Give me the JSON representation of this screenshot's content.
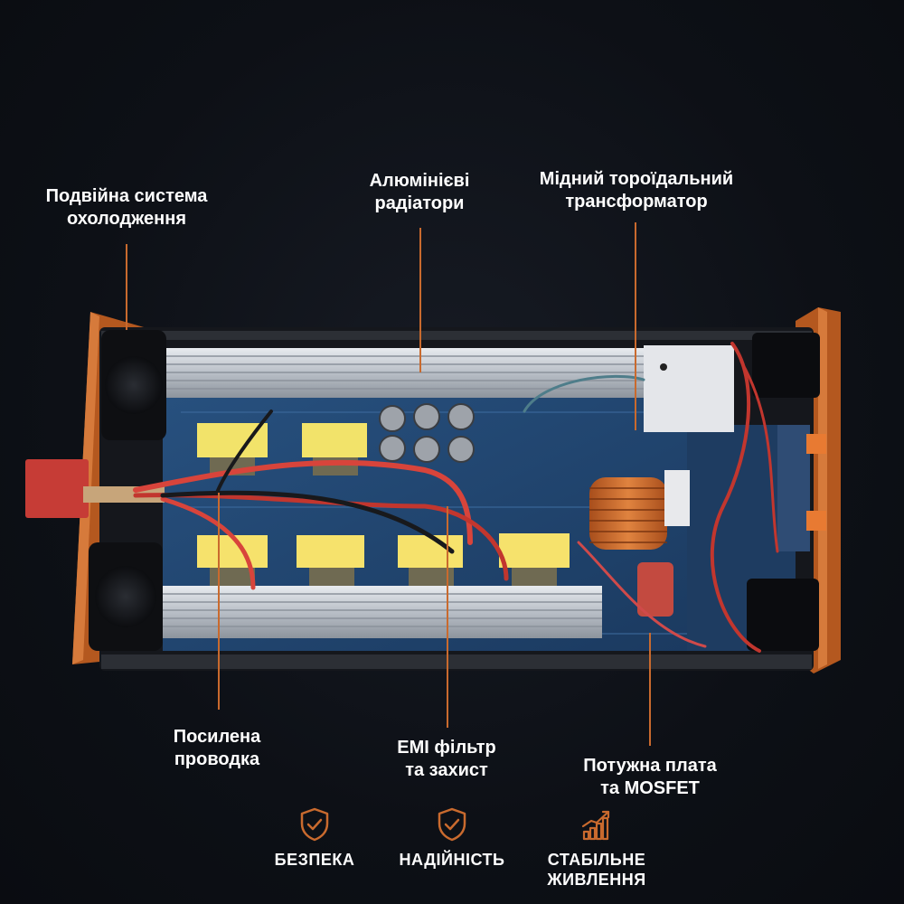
{
  "callouts": {
    "cooling": "Подвійна система\nохолодження",
    "radiators": "Алюмінієві\nрадіатори",
    "transformer": "Мідний тороїдальний\nтрансформатор",
    "wiring": "Посилена\nпроводка",
    "emi": "EMI фільтр\nта захист",
    "mosfet": "Потужна плата\nта MOSFET"
  },
  "features": [
    {
      "icon": "shield-check-icon",
      "label": "БЕЗПЕКА"
    },
    {
      "icon": "shield-check-icon",
      "label": "НАДІЙНІСТЬ"
    },
    {
      "icon": "rising-bar-chart-icon",
      "label": "СТАБІЛЬНЕ\nЖИВЛЕННЯ"
    }
  ],
  "colors": {
    "accent": "#c96a2e",
    "background": "#0d1016",
    "text": "#ffffff"
  }
}
